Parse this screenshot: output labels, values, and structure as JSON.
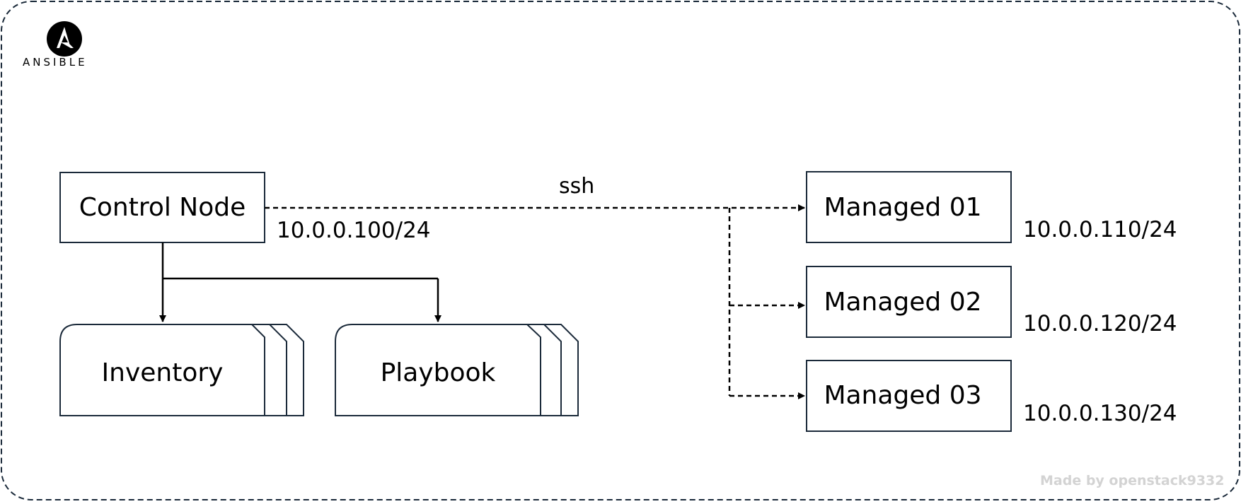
{
  "logo": {
    "text": "ANSIBLE",
    "icon": "ansible-logo-icon"
  },
  "nodes": {
    "control": {
      "label": "Control Node",
      "ip": "10.0.0.100/24"
    },
    "inventory": {
      "label": "Inventory"
    },
    "playbook": {
      "label": "Playbook"
    },
    "managed": [
      {
        "label": "Managed 01",
        "ip": "10.0.0.110/24"
      },
      {
        "label": "Managed 02",
        "ip": "10.0.0.120/24"
      },
      {
        "label": "Managed 03",
        "ip": "10.0.0.130/24"
      }
    ]
  },
  "connection": {
    "label": "ssh"
  },
  "watermark": "Made by openstack9332",
  "colors": {
    "border": "#1b2a3a",
    "line": "#000000",
    "watermark": "#d3d3d3"
  }
}
